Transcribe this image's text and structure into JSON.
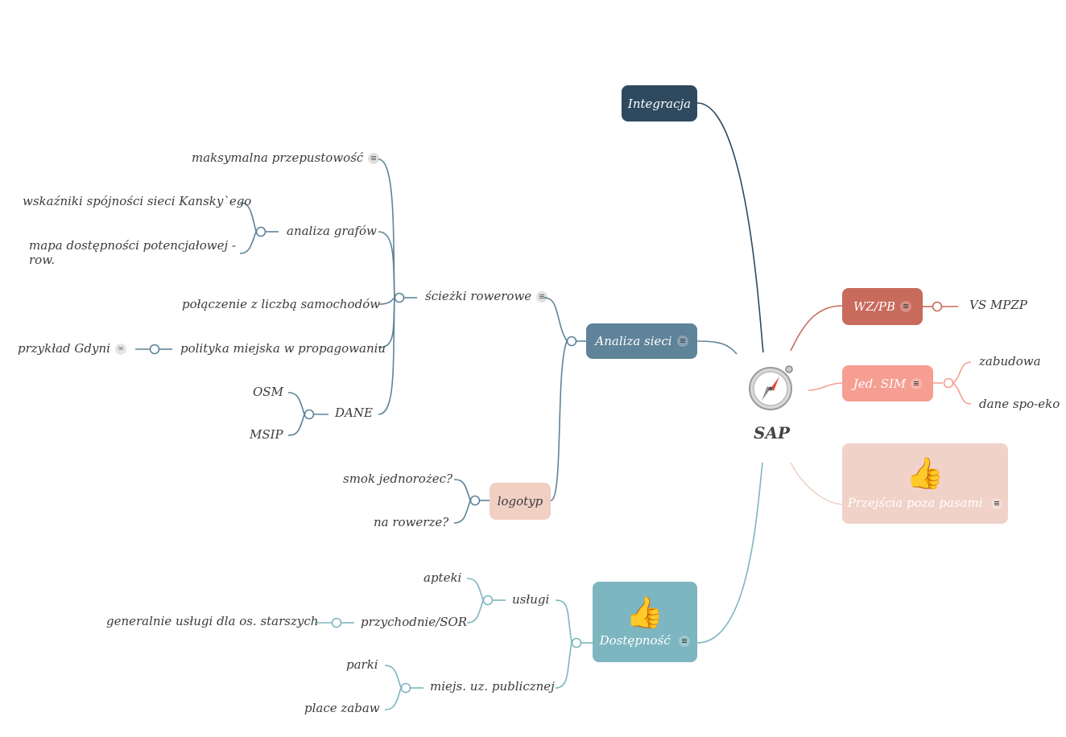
{
  "root": {
    "label": "SAP",
    "icon": "compass-icon"
  },
  "right_topics": {
    "integracja": "Integracja",
    "wzpb": "WZ/PB",
    "vs_mpzp": "VS MPZP",
    "jed_sim": "Jed. SIM",
    "zabudowa": "zabudowa",
    "dane_spo_eko": "dane spo-eko",
    "przejscia": "Przejścia poza pasami",
    "przejscia_icon": "👍"
  },
  "analiza": {
    "title": "Analiza sieci",
    "sciezki": "ścieżki rowerowe",
    "max_przep": "maksymalna przepustowość",
    "analiza_grafow": "analiza grafów",
    "wskazniki": "wskaźniki spójności sieci Kansky`ego",
    "mapa_line1": "mapa dostępności potencjałowej  -",
    "mapa_line2": "row.",
    "polaczenie": "połączenie z liczbą samochodów",
    "polityka": "polityka miejska w propagowaniu",
    "przyklad": "przykład Gdyni",
    "dane": "DANE",
    "osm": "OSM",
    "msip": "MSIP",
    "logotyp": "logotyp",
    "smok": "smok jednorożec?",
    "rower": "na rowerze?"
  },
  "dostepnosc": {
    "title": "Dostępność",
    "icon": "👍",
    "uslugi": "usługi",
    "apteki": "apteki",
    "przychodnie": "przychodnie/SOR",
    "generalnie": "generalnie usługi dla os. starszych",
    "miejs": "miejs. uz. publicznej",
    "parki": "parki",
    "place": "place zabaw"
  },
  "colors": {
    "integracja": "#2f4a5f",
    "analiza": "#5f8399",
    "logotyp": "#f1cfc3",
    "dostepnosc": "#7db6c0",
    "wzpb": "#c86a5c",
    "jedsim": "#f59e91",
    "przejscia": "#f1d2c8"
  }
}
